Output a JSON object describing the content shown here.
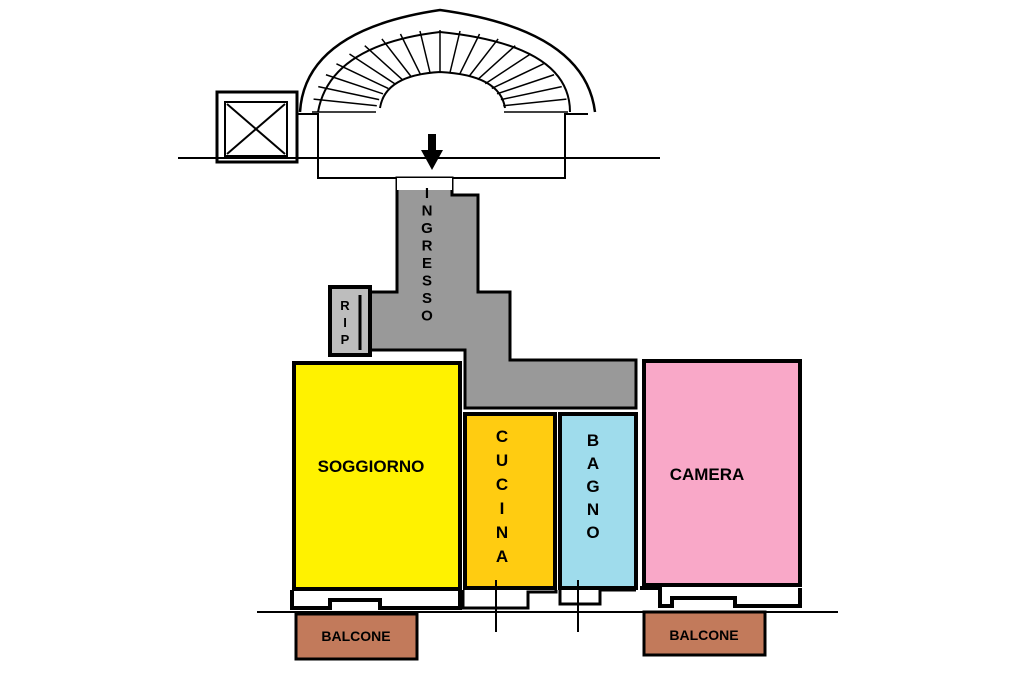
{
  "rooms": {
    "ingresso": {
      "label": "INGRESSO",
      "color": "#999999"
    },
    "rip": {
      "label": "RIP",
      "color": "#bdbdbd"
    },
    "soggiorno": {
      "label": "SOGGIORNO",
      "color": "#fff200"
    },
    "cucina": {
      "label": "CUCINA",
      "color": "#ffcc11"
    },
    "bagno": {
      "label": "BAGNO",
      "color": "#9fdcec"
    },
    "camera": {
      "label": "CAMERA",
      "color": "#f9a8c8"
    },
    "balcone_left": {
      "label": "BALCONE",
      "color": "#c27a5b"
    },
    "balcone_right": {
      "label": "BALCONE",
      "color": "#c27a5b"
    }
  },
  "colors": {
    "wall": "#000000",
    "background": "#ffffff"
  },
  "icons": {
    "entry": "down-arrow-icon",
    "elevator": "crossed-box-icon",
    "stairs": "spiral-staircase-icon"
  }
}
